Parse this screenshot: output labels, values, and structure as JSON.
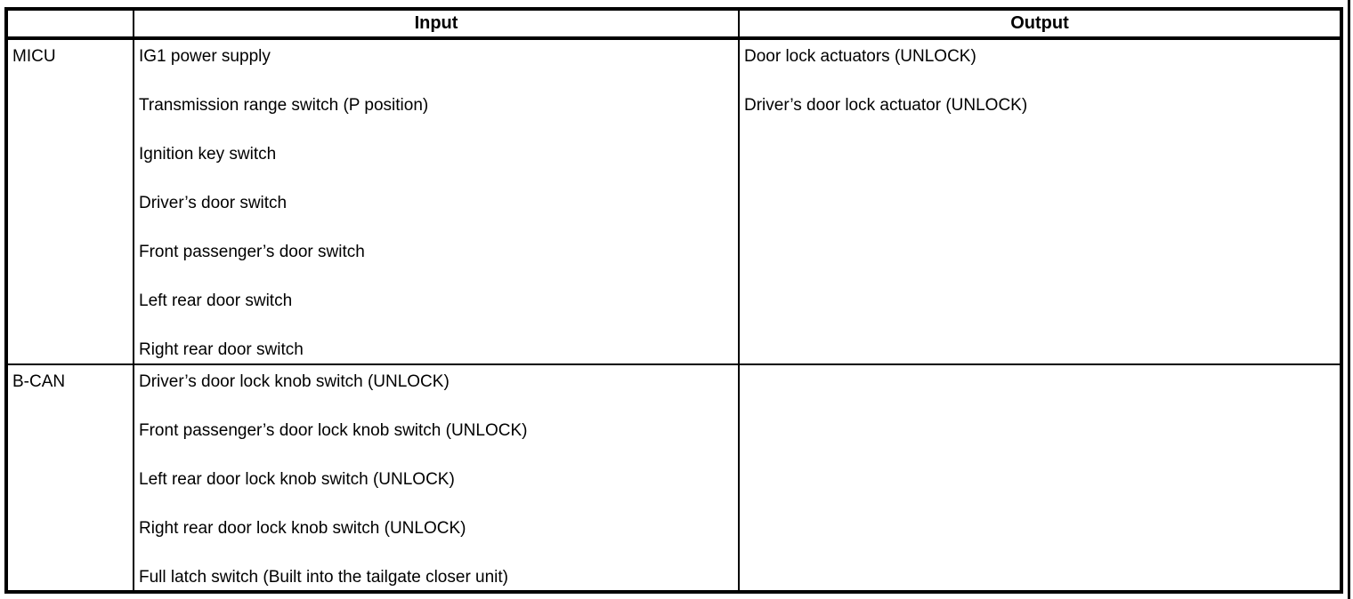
{
  "colors": {
    "border": "#000000",
    "background": "#ffffff",
    "text": "#000000"
  },
  "table": {
    "header": {
      "source": "",
      "input": "Input",
      "output": "Output"
    },
    "rows": [
      {
        "source": "MICU",
        "inputs": [
          "IG1 power supply",
          "Transmission range switch (P position)",
          "Ignition key switch",
          "Driver’s door switch",
          "Front passenger’s door switch",
          "Left rear door switch",
          "Right rear door switch"
        ],
        "outputs": [
          "Door lock actuators (UNLOCK)",
          "Driver’s door lock actuator (UNLOCK)"
        ]
      },
      {
        "source": "B-CAN",
        "inputs": [
          "Driver’s door lock knob switch (UNLOCK)",
          "Front passenger’s door lock knob switch (UNLOCK)",
          "Left rear door lock knob switch (UNLOCK)",
          "Right rear door lock knob switch (UNLOCK)",
          "Full latch switch (Built into the tailgate closer unit)"
        ],
        "outputs": []
      }
    ]
  }
}
